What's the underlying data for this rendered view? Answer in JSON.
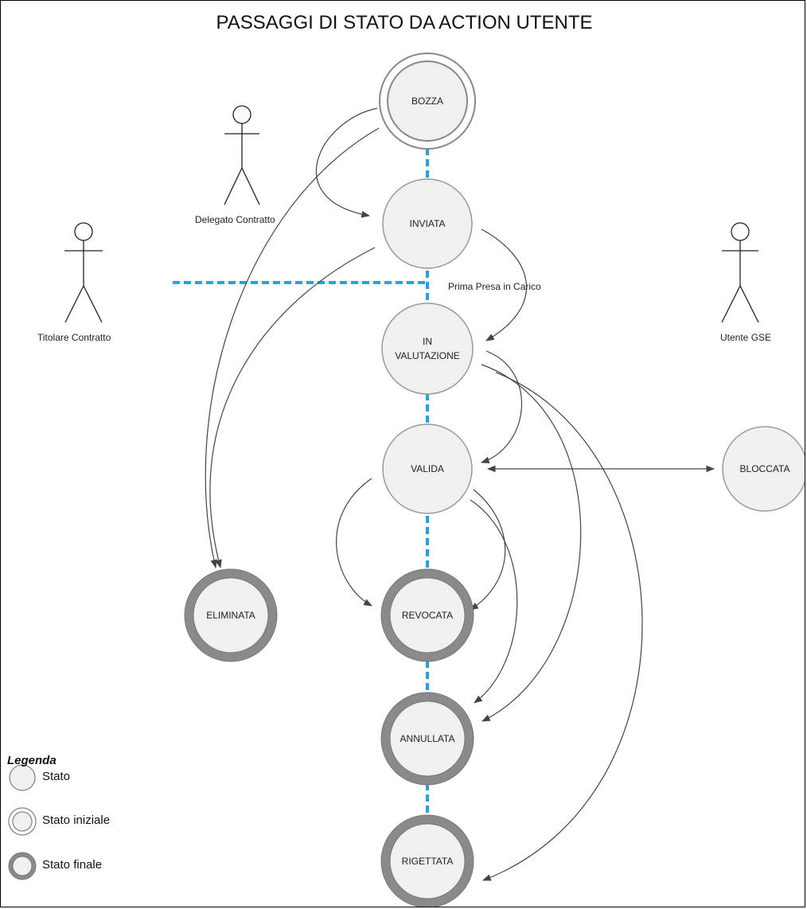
{
  "diagram": {
    "title": "PASSAGGI DI STATO DA ACTION UTENTE",
    "states": {
      "bozza": "BOZZA",
      "inviata": "INVIATA",
      "in_valutazione": "IN\nVALUTAZIONE",
      "valida": "VALIDA",
      "bloccata": "BLOCCATA",
      "eliminata": "ELIMINATA",
      "revocata": "REVOCATA",
      "annullata": "ANNULLATA",
      "rigettata": "RIGETTATA"
    },
    "actors": {
      "delegato": "Delegato Contratto",
      "titolare": "Titolare Contratto",
      "utente_gse": "Utente GSE"
    },
    "transition_label": "Prima Presa in Carico",
    "colors": {
      "state_fill": "#f0f0f0",
      "state_stroke": "#888888",
      "final_ring": "#8a8a8a",
      "swimlane_dash": "#1ea5e6",
      "arrow": "#444444"
    }
  },
  "legend": {
    "title": "Legenda",
    "stato": "Stato",
    "stato_iniziale": "Stato iniziale",
    "stato_finale": "Stato finale"
  }
}
